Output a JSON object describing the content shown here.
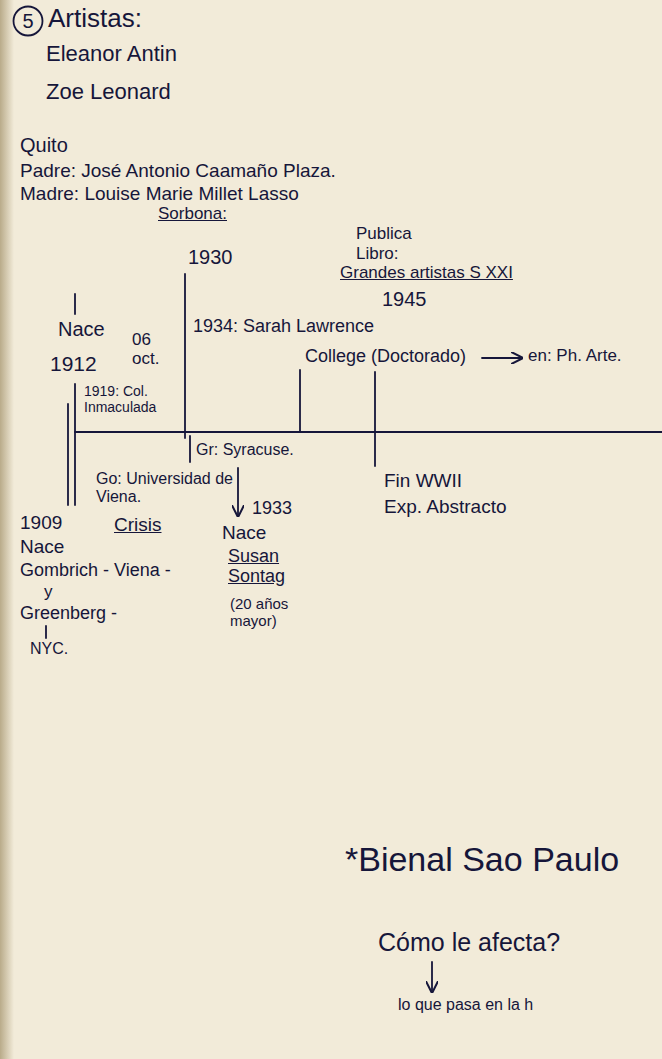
{
  "diagram": {
    "nodes": [
      {
        "text": [
          "5"
        ]
      }
    ],
    "labels": [
      "Artistas:",
      "Eleanor Antin",
      "Zoe Leonard",
      "Quito",
      "Padre: José Antonio Caamaño Plaza.",
      "Madre: Louise Marie Millet Lasso",
      "Sorbona:",
      "Publica",
      "Libro:",
      "Grandes artistas S XXI",
      "1930",
      "1945",
      "Nace",
      "1912",
      "06 oct.",
      "1934: Sarah Lawrence",
      "College (Doctorado)",
      "en: Ph. Arte.",
      "1919: Col. Inmaculada",
      "Gr: Syracuse.",
      "Go: Universidad de Viena.",
      "Fin WWII",
      "Exp. Abstracto",
      "1909",
      "Nace",
      "Gombrich - Viena -",
      "y",
      "Greenberg -",
      "NYC.",
      "Crisis",
      "1933",
      "Nace",
      "Susan Sontag",
      "(20 años mayor)",
      "*Bienal Sao Paulo",
      "Cómo le afecta?",
      "lo que pasa en la h"
    ]
  }
}
